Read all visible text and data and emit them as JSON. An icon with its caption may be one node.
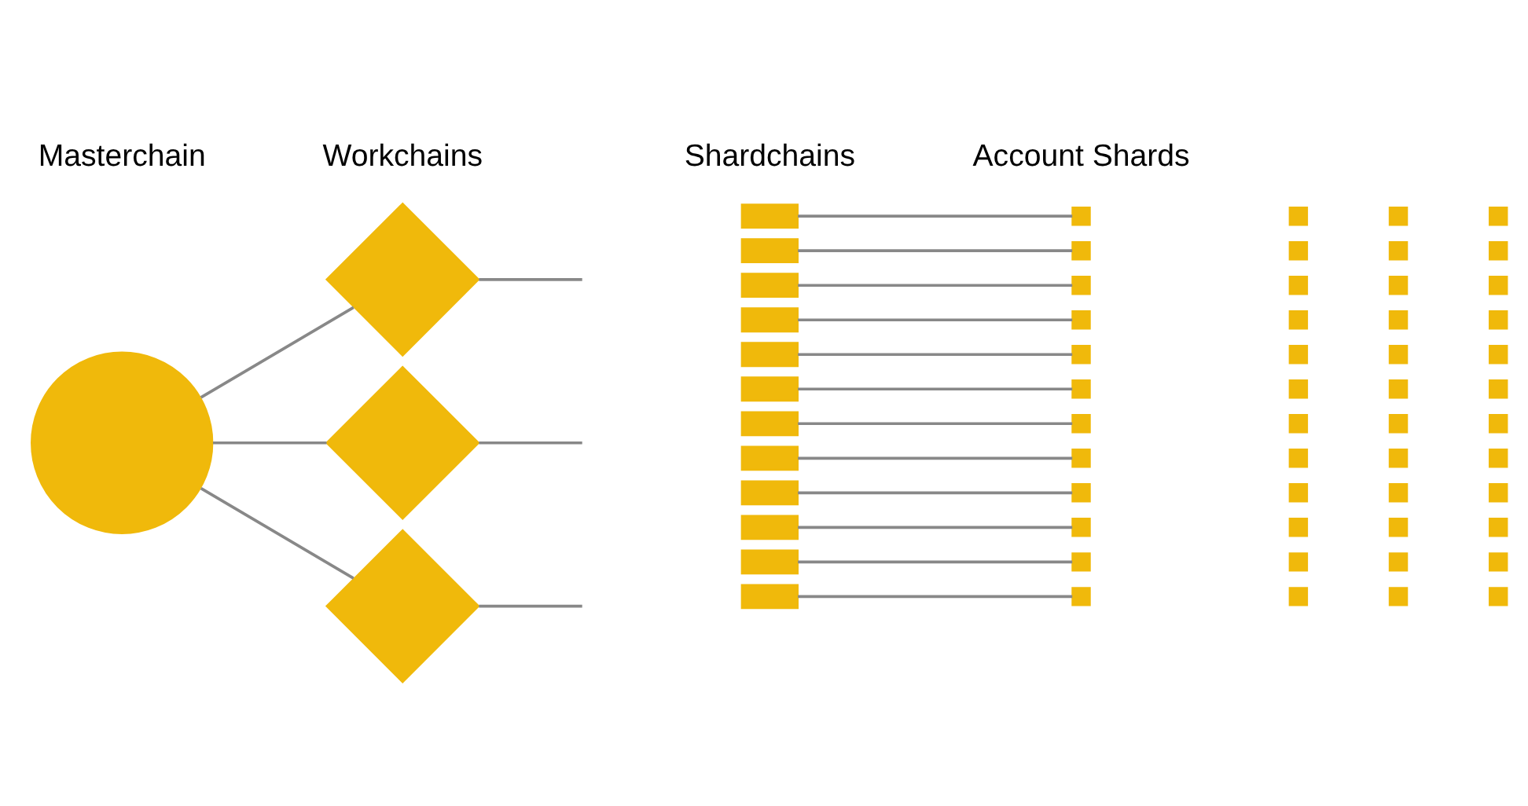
{
  "diagram": {
    "nodes": [
      {
        "text": [],
        "shape": "circle"
      },
      {
        "text": [],
        "shape": "diamond"
      },
      {
        "text": [],
        "shape": "diamond"
      },
      {
        "text": [],
        "shape": "diamond"
      },
      {
        "text": [],
        "shape": "bar"
      },
      {
        "text": [],
        "shape": "bar"
      },
      {
        "text": [],
        "shape": "bar"
      },
      {
        "text": [],
        "shape": "bar"
      },
      {
        "text": [],
        "shape": "bar"
      },
      {
        "text": [],
        "shape": "bar"
      },
      {
        "text": [],
        "shape": "bar"
      },
      {
        "text": [],
        "shape": "bar"
      },
      {
        "text": [],
        "shape": "bar"
      },
      {
        "text": [],
        "shape": "bar"
      },
      {
        "text": [],
        "shape": "bar"
      },
      {
        "text": [],
        "shape": "bar"
      },
      {
        "text": [],
        "shape": "box"
      },
      {
        "text": [],
        "shape": "box"
      },
      {
        "text": [],
        "shape": "box"
      },
      {
        "text": [],
        "shape": "box"
      },
      {
        "text": [],
        "shape": "box"
      },
      {
        "text": [],
        "shape": "box"
      },
      {
        "text": [],
        "shape": "box"
      },
      {
        "text": [],
        "shape": "box"
      },
      {
        "text": [],
        "shape": "box"
      },
      {
        "text": [],
        "shape": "box"
      },
      {
        "text": [],
        "shape": "box"
      },
      {
        "text": [],
        "shape": "box"
      },
      {
        "text": [],
        "shape": "box"
      },
      {
        "text": [],
        "shape": "box"
      },
      {
        "text": [],
        "shape": "box"
      },
      {
        "text": [],
        "shape": "box"
      },
      {
        "text": [],
        "shape": "box"
      },
      {
        "text": [],
        "shape": "box"
      },
      {
        "text": [],
        "shape": "box"
      },
      {
        "text": [],
        "shape": "box"
      },
      {
        "text": [],
        "shape": "box"
      },
      {
        "text": [],
        "shape": "box"
      },
      {
        "text": [],
        "shape": "box"
      },
      {
        "text": [],
        "shape": "box"
      },
      {
        "text": [],
        "shape": "box"
      },
      {
        "text": [],
        "shape": "box"
      },
      {
        "text": [],
        "shape": "box"
      },
      {
        "text": [],
        "shape": "box"
      },
      {
        "text": [],
        "shape": "box"
      },
      {
        "text": [],
        "shape": "box"
      },
      {
        "text": [],
        "shape": "box"
      },
      {
        "text": [],
        "shape": "box"
      },
      {
        "text": [],
        "shape": "box"
      },
      {
        "text": [],
        "shape": "box"
      },
      {
        "text": [],
        "shape": "box"
      },
      {
        "text": [],
        "shape": "box"
      },
      {
        "text": [],
        "shape": "box"
      },
      {
        "text": [],
        "shape": "box"
      },
      {
        "text": [],
        "shape": "box"
      },
      {
        "text": [],
        "shape": "box"
      },
      {
        "text": [],
        "shape": "box"
      },
      {
        "text": [],
        "shape": "box"
      },
      {
        "text": [],
        "shape": "box"
      },
      {
        "text": [],
        "shape": "box"
      },
      {
        "text": [],
        "shape": "box"
      },
      {
        "text": [],
        "shape": "box"
      },
      {
        "text": [],
        "shape": "box"
      },
      {
        "text": [],
        "shape": "box"
      }
    ],
    "edges": [
      {
        "from": 0,
        "to": 1,
        "arrow": "none"
      },
      {
        "from": 0,
        "to": 2,
        "arrow": "none"
      },
      {
        "from": 0,
        "to": 3,
        "arrow": "none"
      },
      {
        "from": 1,
        "to": null,
        "arrow": "none"
      },
      {
        "from": 2,
        "to": null,
        "arrow": "none"
      },
      {
        "from": 3,
        "to": null,
        "arrow": "none"
      },
      {
        "from": 4,
        "to": 16,
        "arrow": "none"
      },
      {
        "from": 5,
        "to": 20,
        "arrow": "none"
      },
      {
        "from": 6,
        "to": 24,
        "arrow": "none"
      },
      {
        "from": 7,
        "to": 28,
        "arrow": "none"
      },
      {
        "from": 8,
        "to": 32,
        "arrow": "none"
      },
      {
        "from": 9,
        "to": 36,
        "arrow": "none"
      },
      {
        "from": 10,
        "to": 40,
        "arrow": "none"
      },
      {
        "from": 11,
        "to": 44,
        "arrow": "none"
      },
      {
        "from": 12,
        "to": 48,
        "arrow": "none"
      },
      {
        "from": 13,
        "to": 52,
        "arrow": "none"
      },
      {
        "from": 14,
        "to": 56,
        "arrow": "none"
      },
      {
        "from": 15,
        "to": 60,
        "arrow": "none"
      }
    ],
    "labels": [
      "Masterchain",
      "Workchains",
      "Shardchains",
      "Account Shards"
    ]
  }
}
